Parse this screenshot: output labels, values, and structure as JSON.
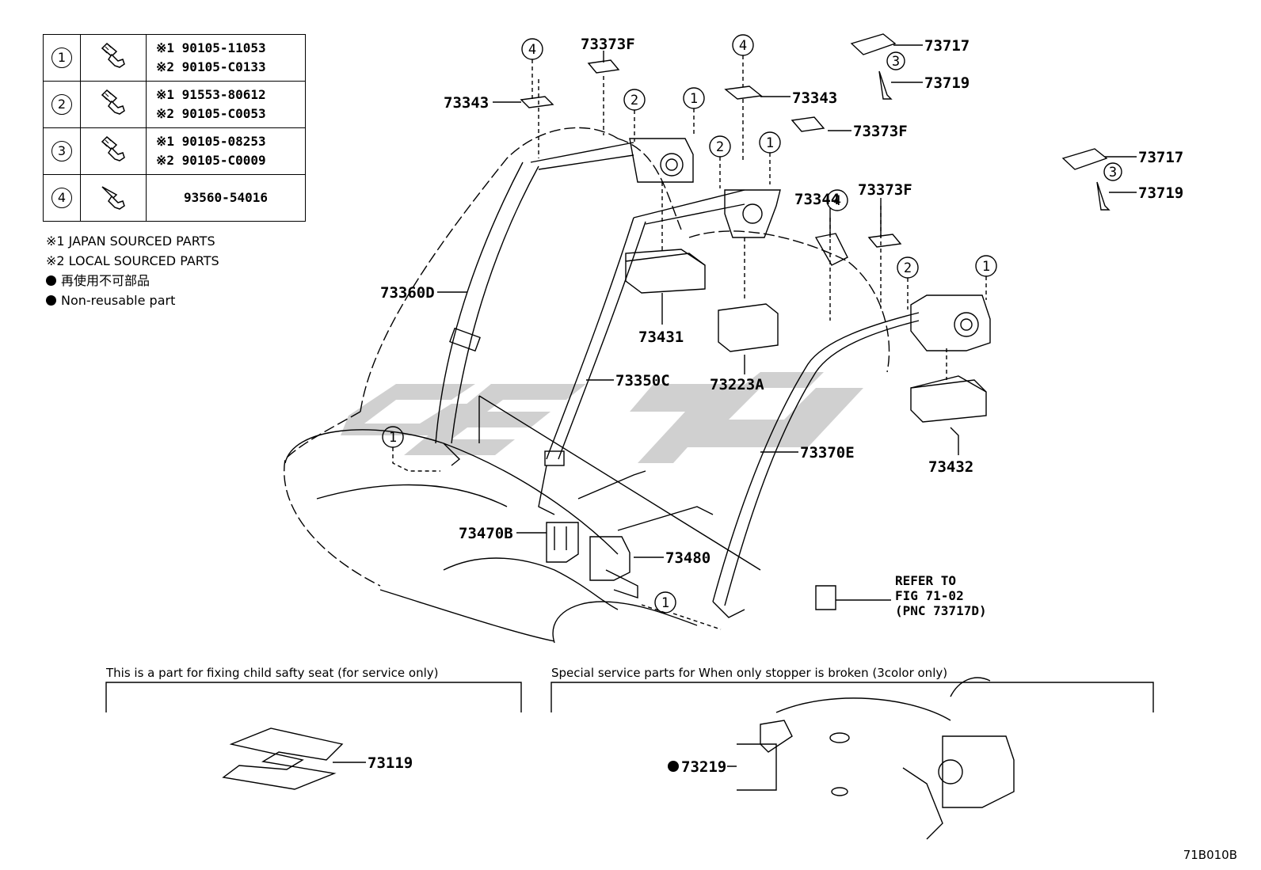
{
  "fastener_table": [
    {
      "num": "1",
      "parts": [
        "※1  90105-11053",
        "※2  90105-C0133"
      ]
    },
    {
      "num": "2",
      "parts": [
        "※1  91553-80612",
        "※2  90105-C0053"
      ]
    },
    {
      "num": "3",
      "parts": [
        "※1  90105-08253",
        "※2  90105-C0009"
      ]
    },
    {
      "num": "4",
      "parts": [
        "93560-54016"
      ]
    }
  ],
  "notes": {
    "japan": "※1  JAPAN SOURCED PARTS",
    "local": "※2  LOCAL SOURCED PARTS",
    "nonreuse_jp": "再使用不可部品",
    "nonreuse_en": "Non-reusable part"
  },
  "labels": {
    "p73373F_a": "73373F",
    "p73343_a": "73343",
    "p73343_b": "73343",
    "p73717_a": "73717",
    "p73719_a": "73719",
    "p73373F_b": "73373F",
    "p73717_b": "73717",
    "p73719_b": "73719",
    "p73344": "73344",
    "p73373F_c": "73373F",
    "p73360D": "73360D",
    "p73431": "73431",
    "p73223A": "73223A",
    "p73350C": "73350C",
    "p73370E": "73370E",
    "p73432": "73432",
    "p73470B": "73470B",
    "p73480": "73480",
    "p73119": "73119",
    "p73219": "73219"
  },
  "refer": {
    "line1": "REFER TO",
    "line2": "FIG 71-02",
    "line3": "(PNC 73717D)"
  },
  "captions": {
    "child_seat": "This is a part for fixing child safty seat (for service only)",
    "stopper": "Special service parts for When only stopper is broken (3color only)"
  },
  "diagram_code": "71B010B",
  "colors": {
    "line": "#000000",
    "watermark": "#c8c8c8"
  }
}
